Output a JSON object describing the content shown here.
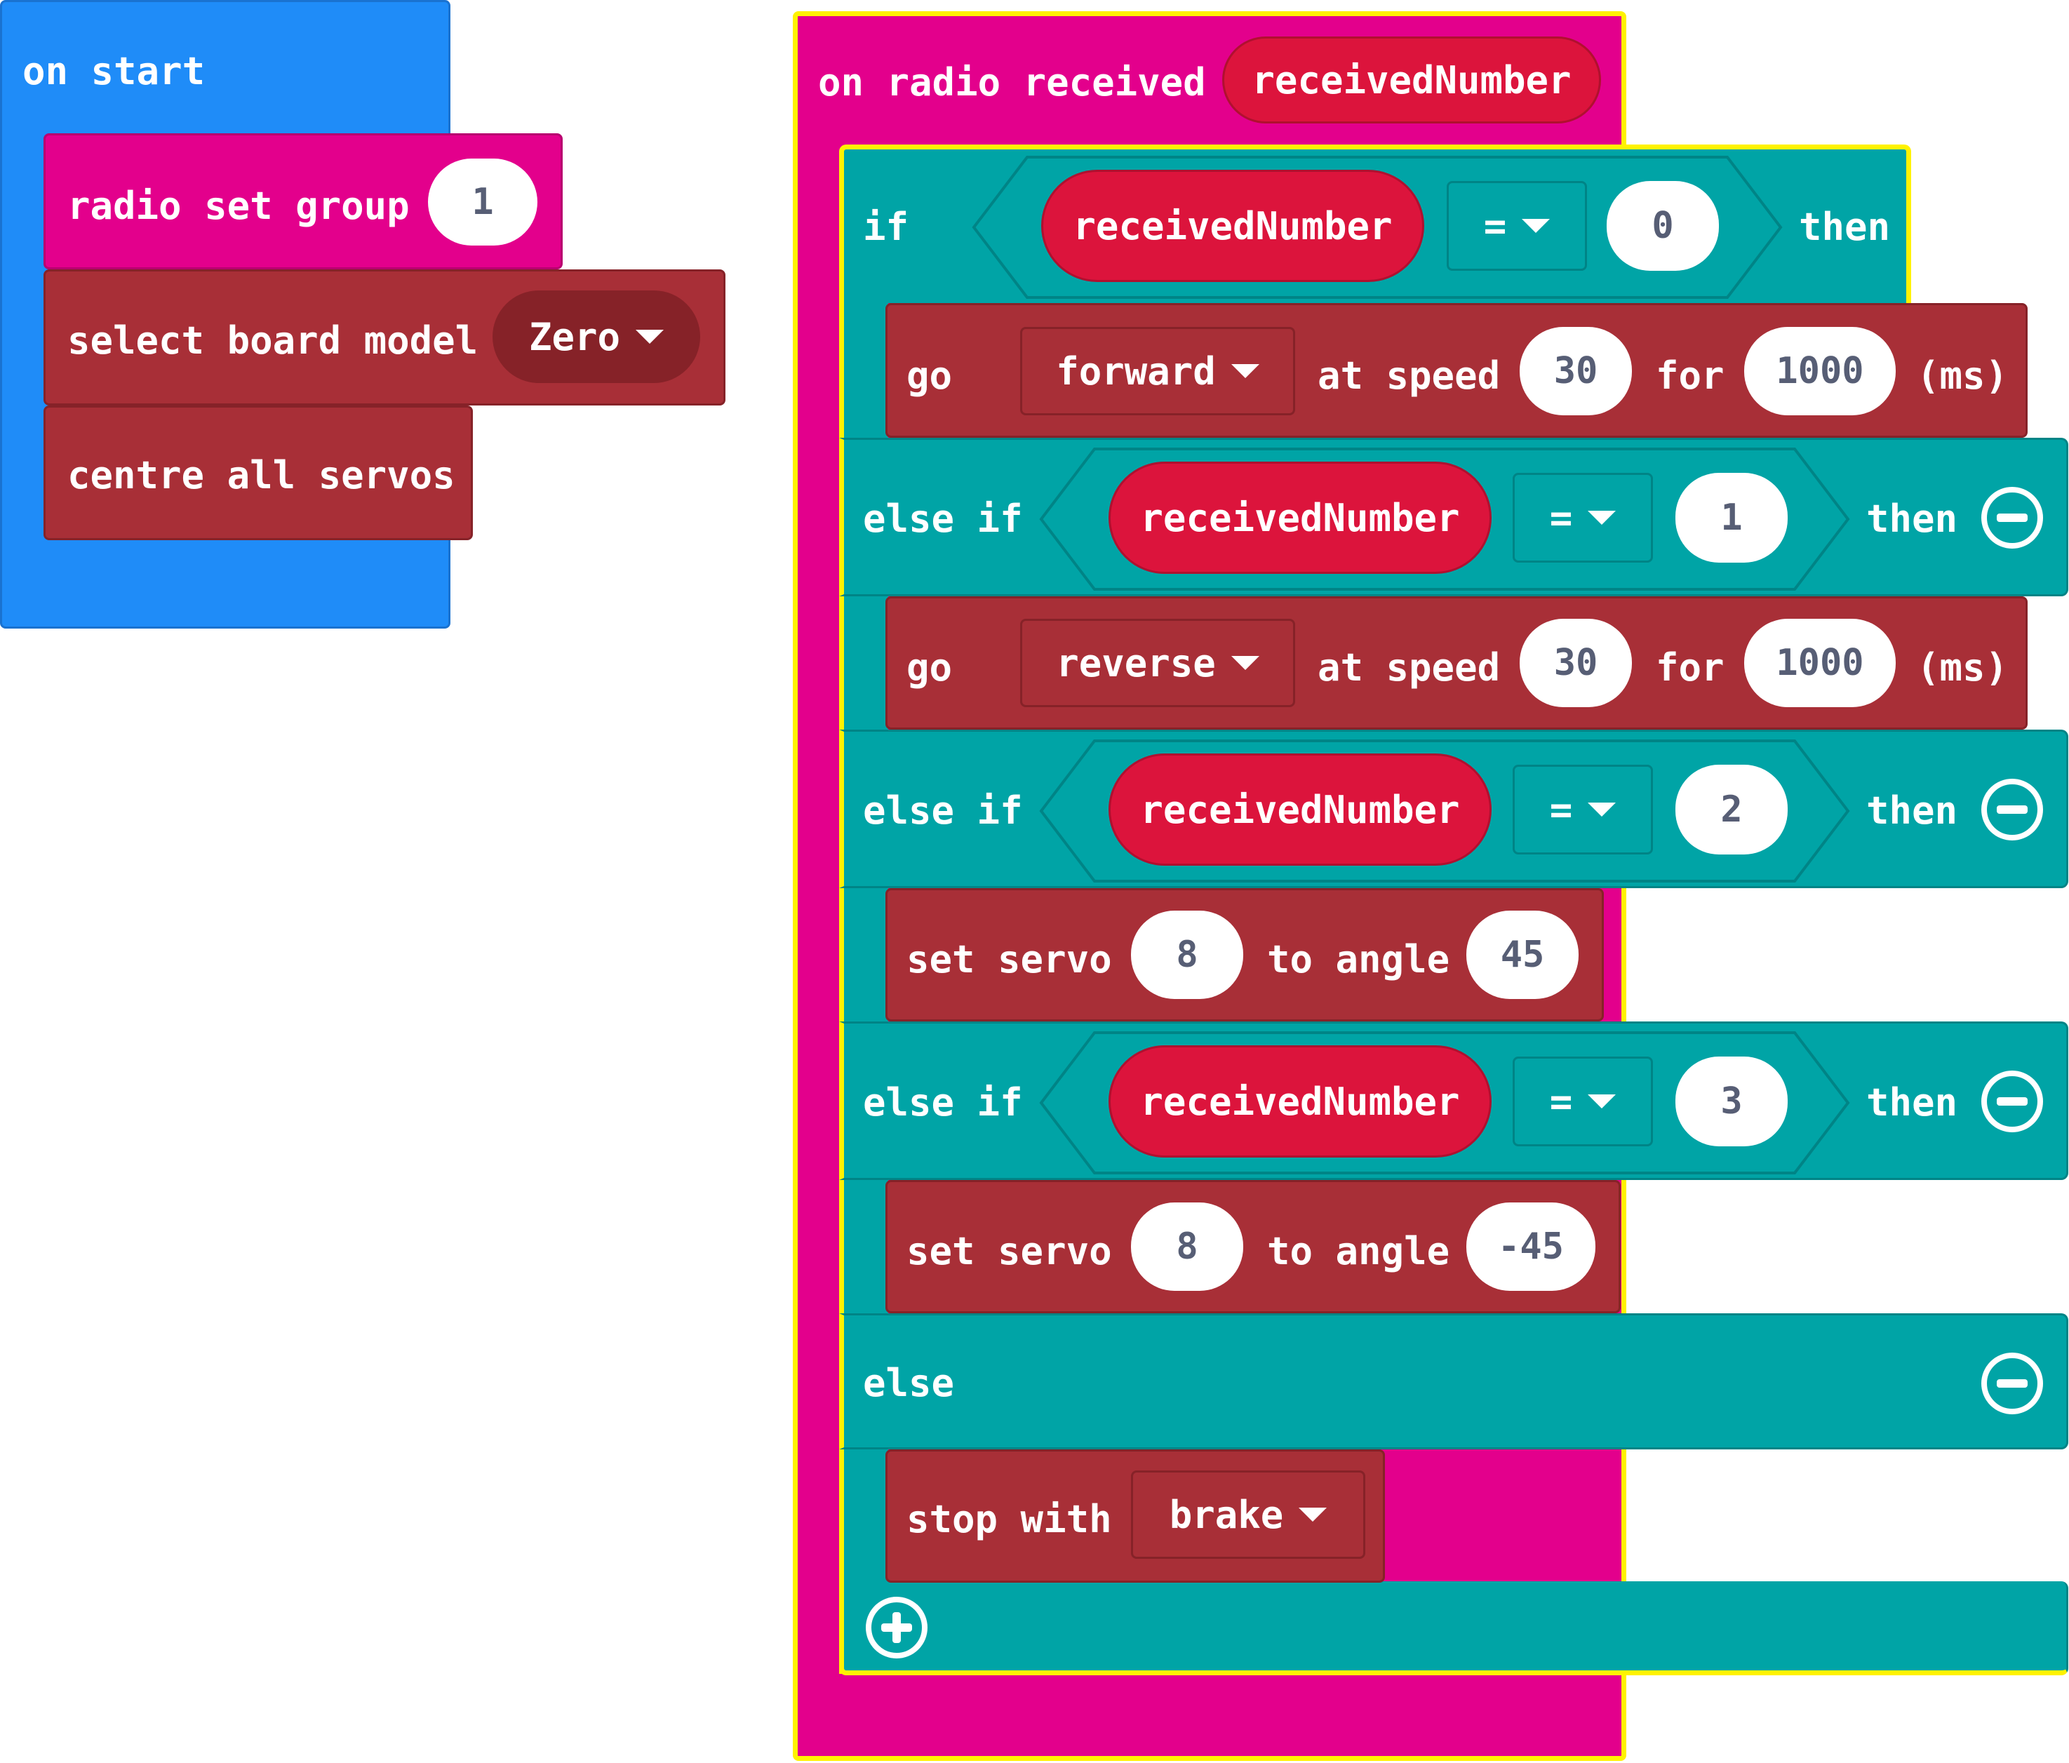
{
  "on_start": {
    "hat_label": "on start",
    "radio_set_group": {
      "label": "radio set group",
      "value": "1"
    },
    "select_board_model": {
      "label": "select board model",
      "value": "Zero"
    },
    "centre_all_servos": {
      "label": "centre all servos"
    }
  },
  "on_radio_received": {
    "hat_label": "on radio received",
    "param": "receivedNumber",
    "if_block": {
      "if_label": "if",
      "else_if_label": "else if",
      "then_label": "then",
      "else_label": "else",
      "branches": [
        {
          "variable": "receivedNumber",
          "operator": "=",
          "value": "0",
          "action": {
            "go_label": "go",
            "direction": "forward",
            "at_speed_label": "at speed",
            "speed": "30",
            "for_label": "for",
            "duration": "1000",
            "unit_label": "(ms)"
          }
        },
        {
          "variable": "receivedNumber",
          "operator": "=",
          "value": "1",
          "action": {
            "go_label": "go",
            "direction": "reverse",
            "at_speed_label": "at speed",
            "speed": "30",
            "for_label": "for",
            "duration": "1000",
            "unit_label": "(ms)"
          }
        },
        {
          "variable": "receivedNumber",
          "operator": "=",
          "value": "2",
          "action": {
            "set_servo_label": "set servo",
            "servo": "8",
            "to_angle_label": "to angle",
            "angle": "45"
          }
        },
        {
          "variable": "receivedNumber",
          "operator": "=",
          "value": "3",
          "action": {
            "set_servo_label": "set servo",
            "servo": "8",
            "to_angle_label": "to angle",
            "angle": "-45"
          }
        }
      ],
      "else_action": {
        "stop_with_label": "stop with",
        "mode": "brake"
      }
    }
  },
  "colors": {
    "basic_blue": "#1f8cf8",
    "radio_pink": "#e3008c",
    "logic_teal": "#00a4a6",
    "robot_maroon": "#a82f37",
    "variable_red": "#dc143c",
    "selected_outline": "#fff200"
  },
  "icons": {
    "dropdown": "triangle-down-icon",
    "remove": "minus-circle-icon",
    "add": "plus-circle-icon"
  }
}
